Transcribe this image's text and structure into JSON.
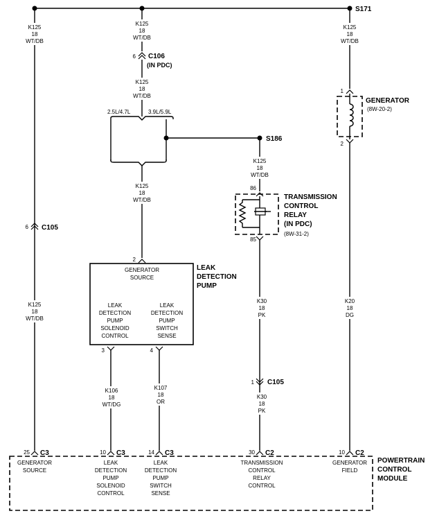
{
  "splices": {
    "s171": "S171",
    "s186": "S186"
  },
  "wires": {
    "k125_a": {
      "circuit": "K125",
      "gauge": "18",
      "color": "WT/DB"
    },
    "k125_b": {
      "circuit": "K125",
      "gauge": "18",
      "color": "WT/DB"
    },
    "k125_c": {
      "circuit": "K125",
      "gauge": "18",
      "color": "WT/DB"
    },
    "k125_d": {
      "circuit": "K125",
      "gauge": "18",
      "color": "WT/DB"
    },
    "k125_e": {
      "circuit": "K125",
      "gauge": "18",
      "color": "WT/DB"
    },
    "k125_f": {
      "circuit": "K125",
      "gauge": "18",
      "color": "WT/DB"
    },
    "k125_g": {
      "circuit": "K125",
      "gauge": "18",
      "color": "WT/DB"
    },
    "k106": {
      "circuit": "K106",
      "gauge": "18",
      "color": "WT/DG"
    },
    "k107": {
      "circuit": "K107",
      "gauge": "18",
      "color": "OR"
    },
    "k30_a": {
      "circuit": "K30",
      "gauge": "18",
      "color": "PK"
    },
    "k30_b": {
      "circuit": "K30",
      "gauge": "18",
      "color": "PK"
    },
    "k20": {
      "circuit": "K20",
      "gauge": "18",
      "color": "DG"
    }
  },
  "connectors": {
    "c106": {
      "pin": "6",
      "name": "C106",
      "note": "(IN PDC)"
    },
    "c105_left": {
      "pin": "6",
      "name": "C105"
    },
    "c105_right": {
      "pin": "1",
      "name": "C105"
    }
  },
  "engine_options": {
    "left": "2.5L/4.7L",
    "right": "3.9L/5.9L"
  },
  "generator": {
    "name": "GENERATOR",
    "ref": "(8W-20-2)",
    "pin_top": "1",
    "pin_bottom": "2"
  },
  "relay": {
    "title_lines": [
      "TRANSMISSION",
      "CONTROL",
      "RELAY",
      "(IN PDC)"
    ],
    "ref": "(8W-31-2)",
    "pin_top": "86",
    "pin_bottom": "85"
  },
  "pump": {
    "title_lines": [
      "LEAK",
      "DETECTION",
      "PUMP"
    ],
    "source_lines": [
      "GENERATOR",
      "SOURCE"
    ],
    "solenoid_lines": [
      "LEAK",
      "DETECTION",
      "PUMP",
      "SOLENOID",
      "CONTROL"
    ],
    "switch_lines": [
      "LEAK",
      "DETECTION",
      "PUMP",
      "SWITCH",
      "SENSE"
    ],
    "pin_source": "2",
    "pin_solenoid": "3",
    "pin_switch": "4"
  },
  "pcm": {
    "title_lines": [
      "POWERTRAIN",
      "CONTROL",
      "MODULE"
    ],
    "pins": [
      {
        "pin": "25",
        "conn": "C3",
        "lines": [
          "GENERATOR",
          "SOURCE"
        ]
      },
      {
        "pin": "10",
        "conn": "C3",
        "lines": [
          "LEAK",
          "DETECTION",
          "PUMP",
          "SOLENOID",
          "CONTROL"
        ]
      },
      {
        "pin": "14",
        "conn": "C3",
        "lines": [
          "LEAK",
          "DETECTION",
          "PUMP",
          "SWITCH",
          "SENSE"
        ]
      },
      {
        "pin": "30",
        "conn": "C2",
        "lines": [
          "TRANSMISSION",
          "CONTROL",
          "RELAY",
          "CONTROL"
        ]
      },
      {
        "pin": "10",
        "conn": "C2",
        "lines": [
          "GENERATOR",
          "FIELD"
        ]
      }
    ]
  }
}
